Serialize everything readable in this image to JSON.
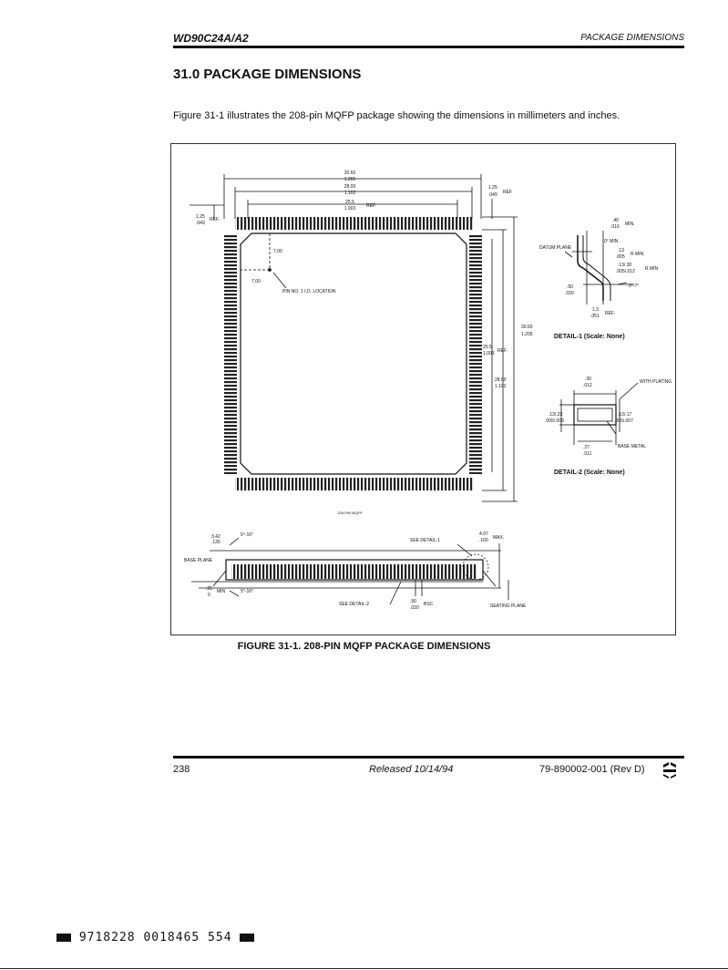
{
  "header": {
    "left": "WD90C24A/A2",
    "right": "PACKAGE DIMENSIONS"
  },
  "section": {
    "title": "31.0 PACKAGE DIMENSIONS",
    "intro": "Figure 31-1 illustrates the 208-pin MQFP package showing the dimensions in millimeters and inches."
  },
  "figure": {
    "caption": "FIGURE 31-1.  208-PIN MQFP PACKAGE DIMENSIONS",
    "top_view": {
      "dim_30_60": "30.60",
      "dim_1_205": "1.205",
      "dim_28_00": "28.00",
      "dim_1_102": "1.102",
      "dim_25_5": "25.5",
      "dim_1_003": "1.003",
      "ref": "REF",
      "dim_1_25": "1.25",
      "dim_049": ".049",
      "dim_1_25_left": "1.25",
      "dim_049_left": ".049",
      "ref_left": "REF.",
      "dim_7_00_a": "7.00",
      "dim_7_00_b": "7.00",
      "pin_label": "PIN NO. 1 I.D. LOCATION",
      "right_30_60": "30.60",
      "right_1_205": "1.205",
      "right_25_5": "25.5",
      "right_1_003": "1.003",
      "right_ref": "REF.",
      "right_28_00": "28.00",
      "right_1_102": "1.102",
      "package_name": "208-PIN MQFP"
    },
    "side_view": {
      "dim_3_42": "3.42",
      "dim_135": ".135",
      "angle_top": "5°-16°",
      "see_detail_1": "SEE DETAIL-1",
      "dim_4_07": "4.07",
      "dim_160": ".160",
      "max": "MAX.",
      "base_plane": "BASE PLANE",
      "dim_25": ".25",
      "dim_0": "0",
      "min": "MIN",
      "angle_bottom": "5°-16°",
      "see_detail_2": "SEE DETAIL-2",
      "dim_50": ".50",
      "dim_020": ".020",
      "bsc": "BSC",
      "seating_plane": "SEATING PLANE"
    },
    "detail_1": {
      "dim_40": ".40",
      "dim_016": ".016",
      "min": "MIN.",
      "angle_0_min": "0° MIN",
      "datum_plane": "DATUM PLANE",
      "dim_13": ".13",
      "dim_005": ".005",
      "r_min": "R MIN.",
      "dim_13_30": ".13/.30",
      "dim_005_012": ".005/.012",
      "r_min_2": "R MIN",
      "angle_0_7": "0°-7°",
      "dim_50": ".50",
      "dim_020": ".020",
      "dim_1_3": "1.3",
      "dim_051": ".051",
      "ref": "REF.",
      "title": "DETAIL-1  (Scale:  None)"
    },
    "detail_2": {
      "dim_30": ".30",
      "dim_012": ".012",
      "with_plating": "WITH PLATING",
      "dim_13_23": ".13/.23",
      "dim_005_009": ".005/.009",
      "dim_13_17": ".13/.17",
      "dim_005_007": ".005/.007",
      "dim_27": ".27",
      "dim_011": ".011",
      "base_metal": "BASE METAL",
      "title": "DETAIL-2  (Scale:  None)"
    }
  },
  "footer": {
    "page": "238",
    "released": "Released  10/14/94",
    "doc": "79-890002-001 (Rev D)"
  },
  "barcode": {
    "text": "9718228 0018465 554"
  }
}
